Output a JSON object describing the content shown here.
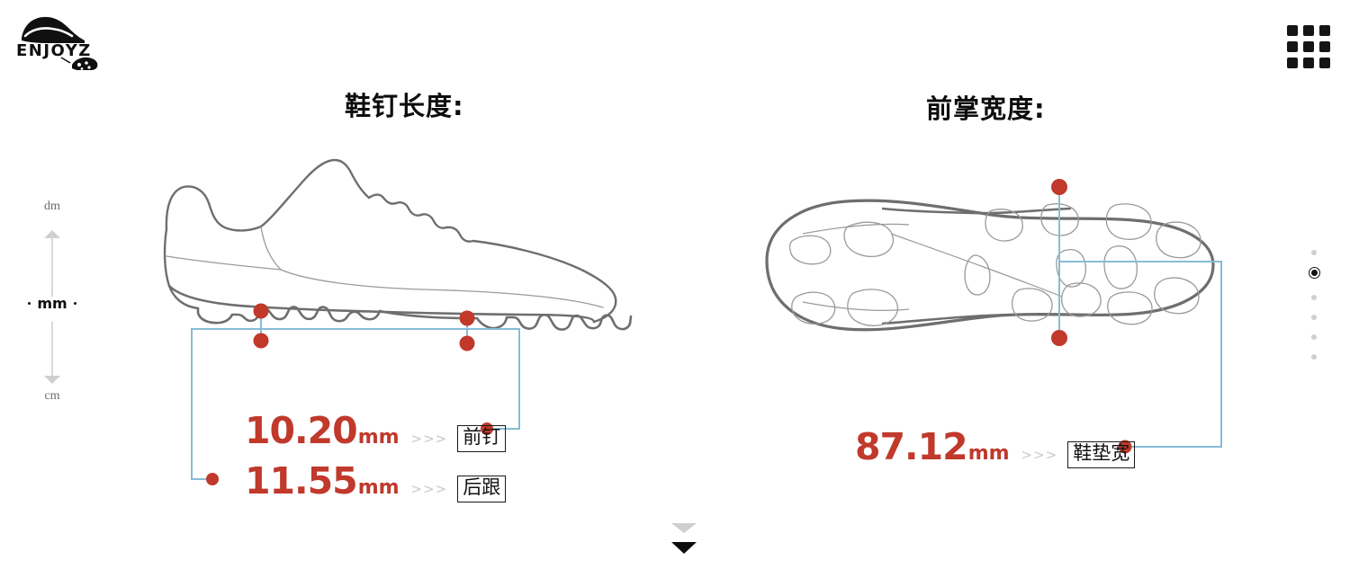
{
  "brand": {
    "name": "ENJOYZ",
    "logo_icon": "football-boot-and-ball-logo"
  },
  "header": {
    "grid_menu_icon": "grid-menu-icon",
    "grid_cells": 9
  },
  "sections": [
    {
      "id": "stud-length",
      "title": "鞋钉长度:",
      "diagram_icon": "football-boot-side-view-outline"
    },
    {
      "id": "forefoot-width",
      "title": "前掌宽度:",
      "diagram_icon": "football-boot-outsole-view-outline"
    }
  ],
  "unit_selector": {
    "name": "unit-scale-selector",
    "above": "dm",
    "current": "mm",
    "below": "cm",
    "up_icon": "triangle-up-icon",
    "down_icon": "triangle-down-icon"
  },
  "measurements": [
    {
      "name": "front-stud",
      "value": "10.20",
      "unit": "mm",
      "arrow": ">>>",
      "tag": "前钉"
    },
    {
      "name": "heel",
      "value": "11.55",
      "unit": "mm",
      "arrow": ">>>",
      "tag": "后跟"
    },
    {
      "name": "insole-width",
      "value": "87.12",
      "unit": "mm",
      "arrow": ">>>",
      "tag": "鞋垫宽"
    }
  ],
  "pagination": {
    "name": "vertical-page-dots",
    "total": 6,
    "active_index": 1
  },
  "bottom_nav": {
    "scroll_down_icon": "chevron-down-icon",
    "scroll_down_icon_secondary": "chevron-down-icon"
  },
  "colors": {
    "marker_red": "#c0392b",
    "leader_blue": "#86bcd6",
    "outline_gray": "#6e6e6e",
    "detail_gray": "#9a9a9a",
    "text_black": "#0d0d0d",
    "muted_gray": "#cfcfcf"
  }
}
